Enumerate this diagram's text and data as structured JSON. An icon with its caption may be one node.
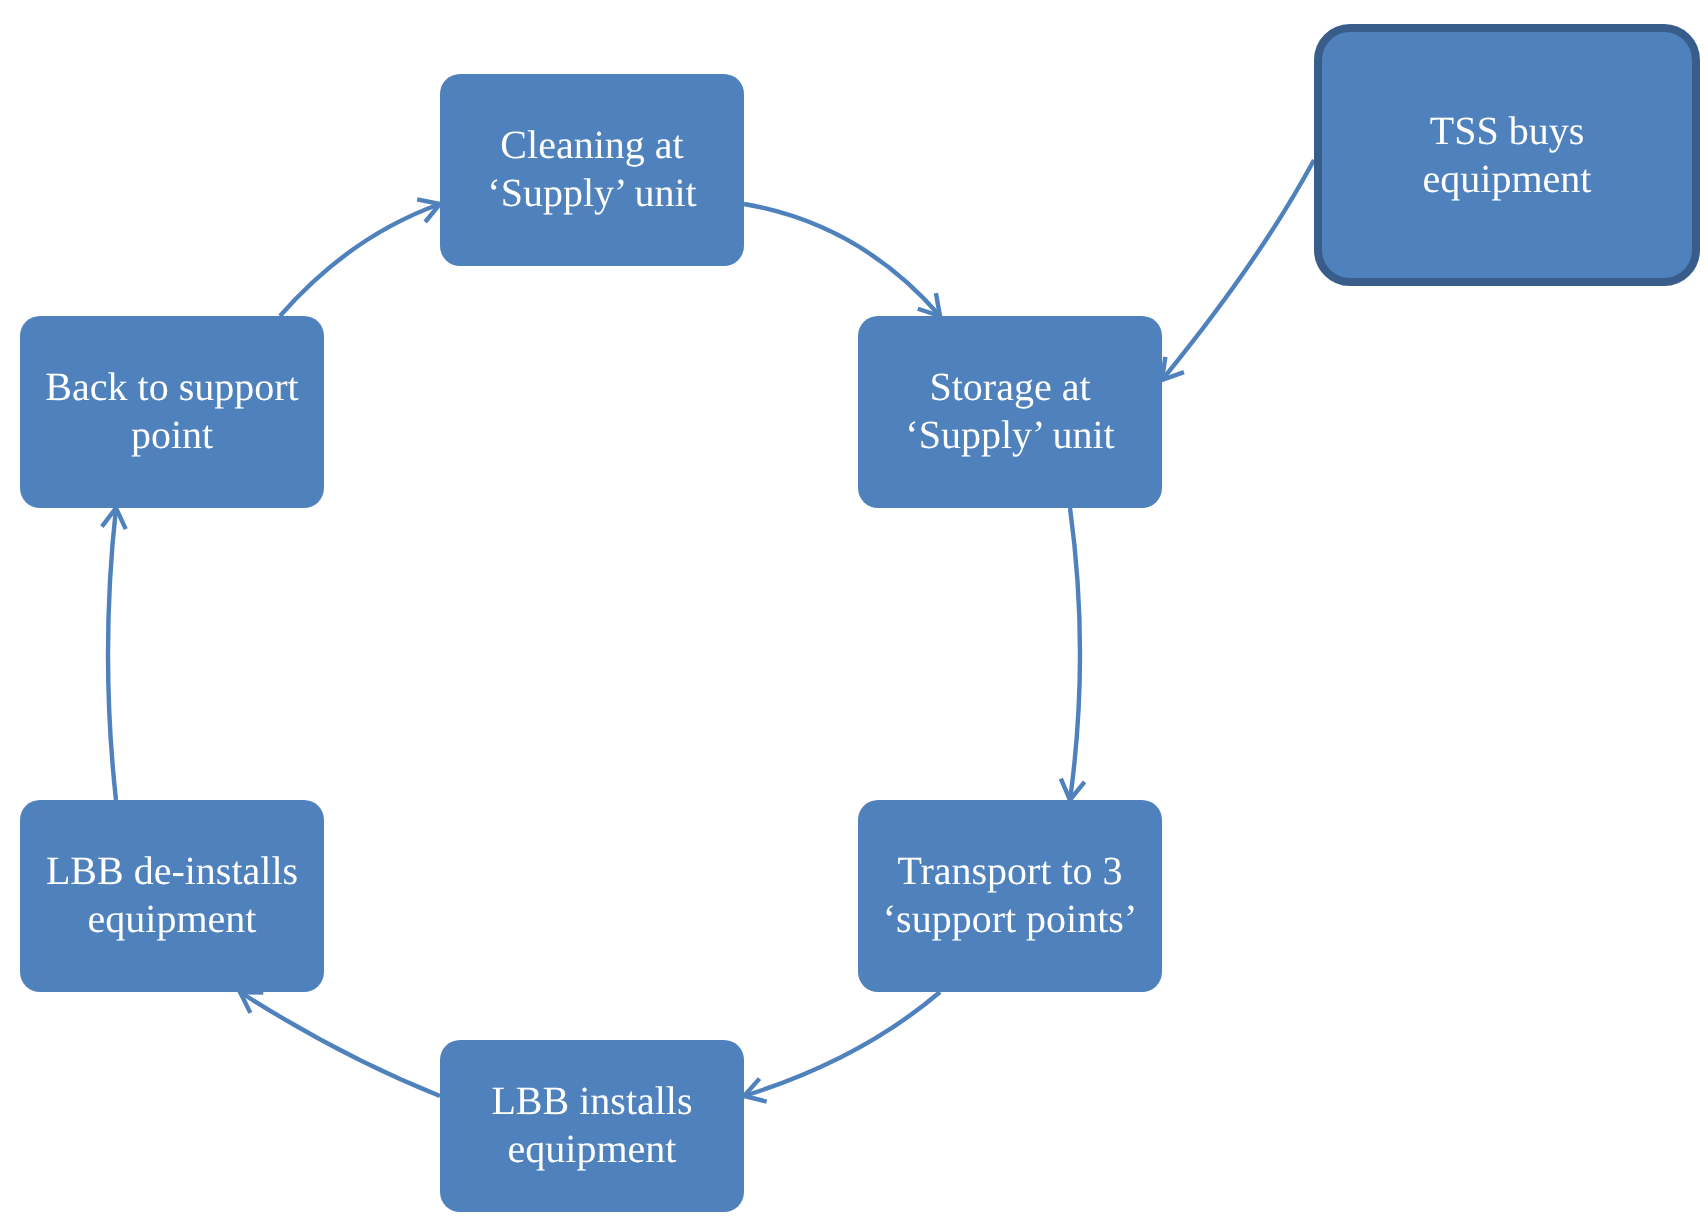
{
  "diagram": {
    "nodes": [
      {
        "text": [
          "Cleaning at ‘Supply’ unit"
        ]
      },
      {
        "text": [
          "Storage at ‘Supply’ unit"
        ]
      },
      {
        "text": [
          "Transport to 3 ‘support points’"
        ]
      },
      {
        "text": [
          "LBB installs equipment"
        ]
      },
      {
        "text": [
          "LBB de-installs equipment"
        ]
      },
      {
        "text": [
          "Back to support point"
        ]
      },
      {
        "text": [
          "TSS buys equipment"
        ]
      }
    ],
    "edges": [
      {
        "from": 0,
        "to": 1,
        "arrow": "to"
      },
      {
        "from": 1,
        "to": 2,
        "arrow": "to"
      },
      {
        "from": 2,
        "to": 3,
        "arrow": "to"
      },
      {
        "from": 3,
        "to": 4,
        "arrow": "to"
      },
      {
        "from": 4,
        "to": 5,
        "arrow": "to"
      },
      {
        "from": 5,
        "to": 0,
        "arrow": "to"
      },
      {
        "from": 6,
        "to": 1,
        "arrow": "to"
      }
    ]
  }
}
